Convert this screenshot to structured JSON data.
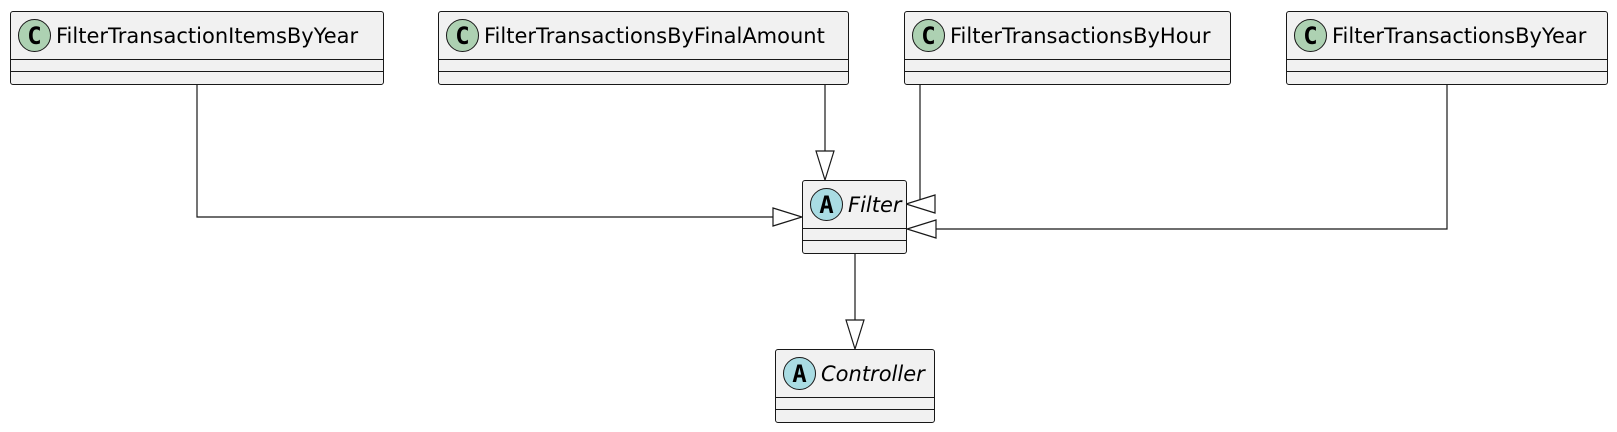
{
  "diagram": {
    "classes": [
      {
        "id": "cls-items-year",
        "name": "FilterTransactionItemsByYear",
        "stereotype": "C"
      },
      {
        "id": "cls-final-amount",
        "name": "FilterTransactionsByFinalAmount",
        "stereotype": "C"
      },
      {
        "id": "cls-hour",
        "name": "FilterTransactionsByHour",
        "stereotype": "C"
      },
      {
        "id": "cls-year",
        "name": "FilterTransactionsByYear",
        "stereotype": "C"
      },
      {
        "id": "abs-filter",
        "name": "Filter",
        "stereotype": "A",
        "abstract": true
      },
      {
        "id": "abs-controller",
        "name": "Controller",
        "stereotype": "A",
        "abstract": true
      }
    ],
    "relations": [
      {
        "from": "FilterTransactionItemsByYear",
        "to": "Filter",
        "type": "extends"
      },
      {
        "from": "FilterTransactionsByFinalAmount",
        "to": "Filter",
        "type": "extends"
      },
      {
        "from": "FilterTransactionsByHour",
        "to": "Filter",
        "type": "extends"
      },
      {
        "from": "FilterTransactionsByYear",
        "to": "Filter",
        "type": "extends"
      },
      {
        "from": "Filter",
        "to": "Controller",
        "type": "extends"
      }
    ]
  }
}
